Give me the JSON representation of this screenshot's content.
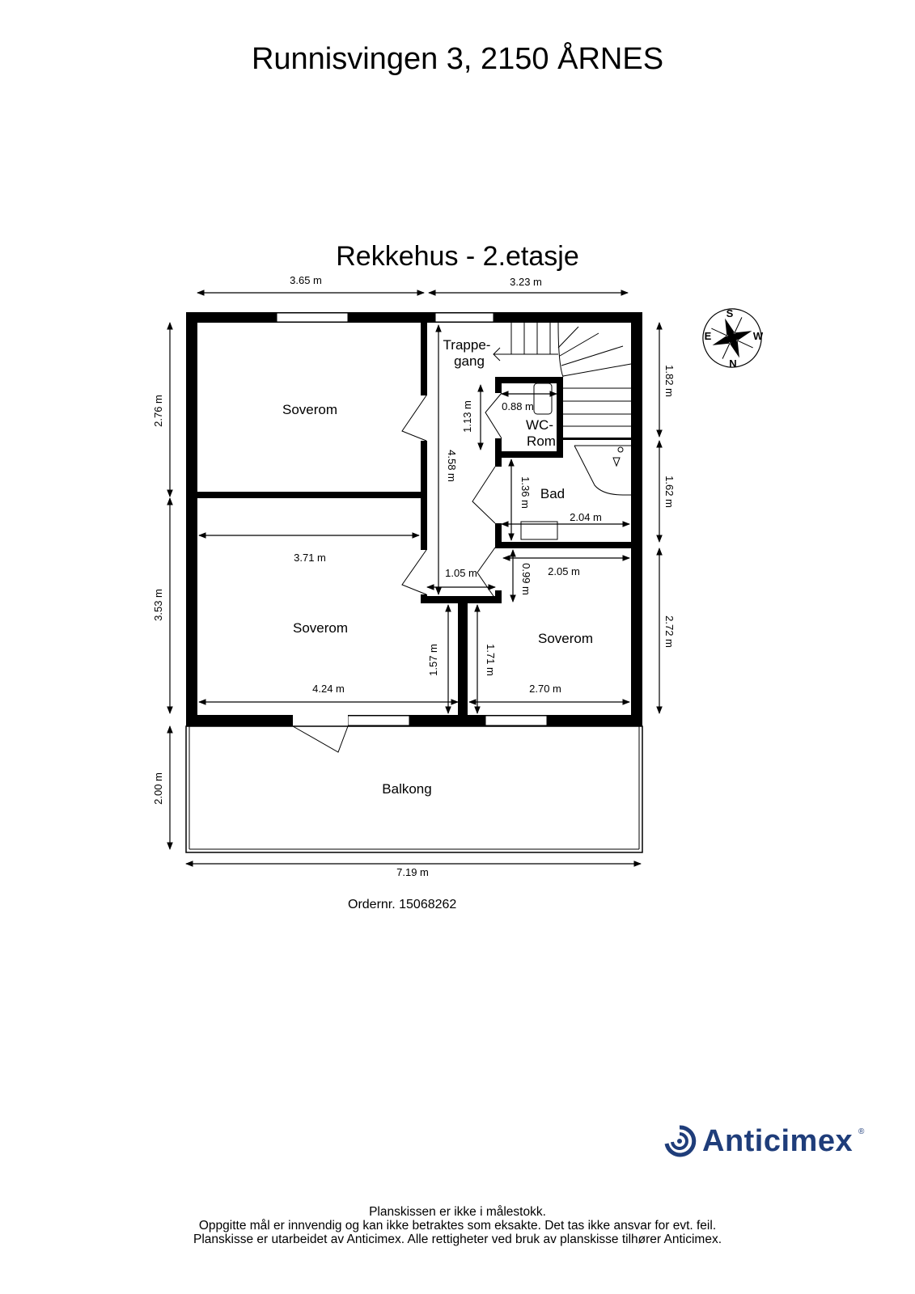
{
  "address": "Runnisvingen 3, 2150 ÅRNES",
  "subtitle": "Rekkehus  - 2.etasje",
  "rooms": {
    "soverom_1": "Soverom",
    "soverom_2": "Soverom",
    "soverom_3": "Soverom",
    "trappegang_1": "Trappe-",
    "trappegang_2": "gang",
    "wc_1": "WC-",
    "wc_2": "Rom",
    "bad": "Bad",
    "balkong": "Balkong"
  },
  "dimensions": {
    "top_left": "3.65 m",
    "top_right": "3.23 m",
    "left_upper": "2.76 m",
    "left_lower": "3.53 m",
    "left_balcony": "2.00 m",
    "right_upper": "1.82 m",
    "right_middle": "1.62 m",
    "right_lower": "2.72 m",
    "bottom": "7.19 m",
    "hall_height": "4.58 m",
    "hall_width": "1.05 m",
    "wc_height": "1.13 m",
    "wc_width": "0.88 m",
    "bad_height": "1.36 m",
    "bad_width": "2.04 m",
    "bed2_width_top": "3.71 m",
    "bed2_width_bottom": "4.24 m",
    "closet_a": "1.57 m",
    "closet_b": "1.71 m",
    "bed3_width_top": "2.05 m",
    "bed3_width_bottom": "2.70 m",
    "passage": "0.99 m"
  },
  "compass": {
    "n": "N",
    "s": "S",
    "e": "E",
    "w": "W"
  },
  "order": "Ordernr. 15068262",
  "logo": {
    "name": "Anticimex",
    "mark": "®",
    "color": "#1f3d7a"
  },
  "disclaimer": [
    "Planskissen er ikke i målestokk.",
    "Oppgitte mål er innvendig og kan ikke betraktes som eksakte. Det tas ikke ansvar for evt. feil.",
    "Planskisse er utarbeidet av Anticimex. Alle rettigheter ved bruk av planskisse tilhører Anticimex."
  ]
}
